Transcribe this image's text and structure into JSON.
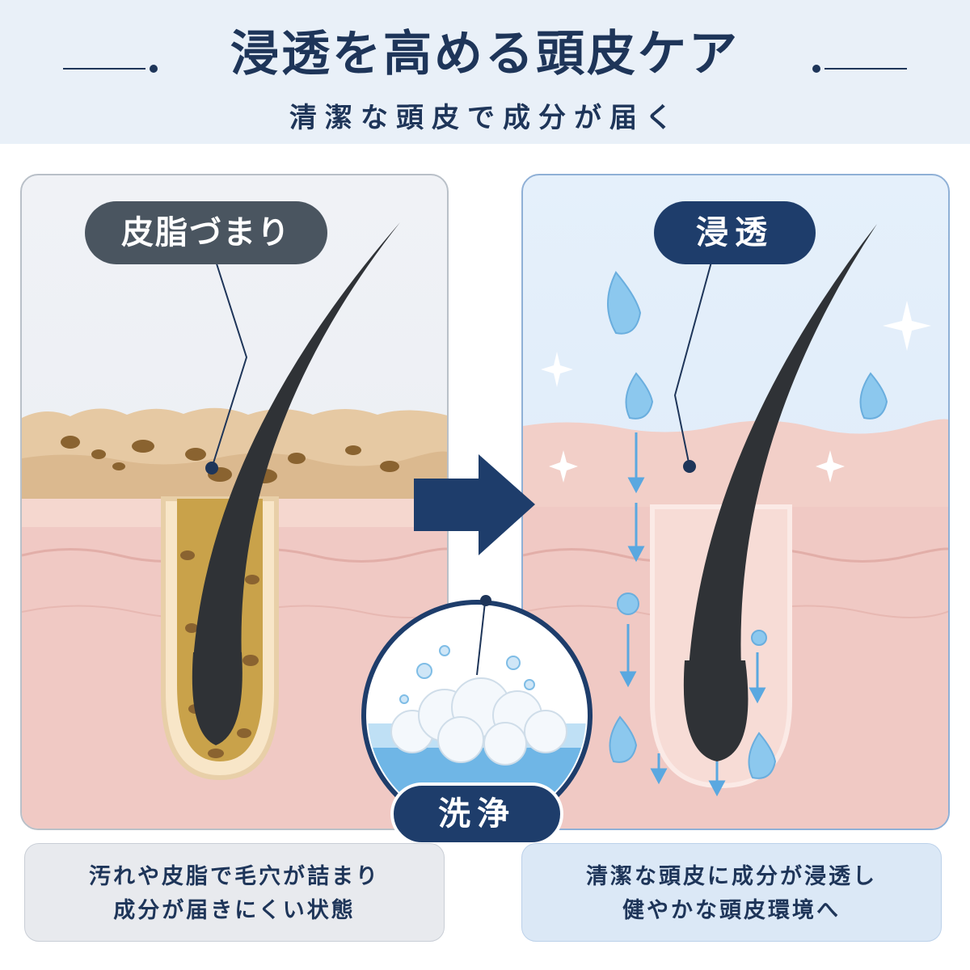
{
  "header": {
    "title": "浸透を高める頭皮ケア",
    "subtitle": "清潔な頭皮で成分が届く"
  },
  "left_panel": {
    "label": "皮脂づまり",
    "caption_line1": "汚れや皮脂で毛穴が詰まり",
    "caption_line2": "成分が届きにくい状態"
  },
  "right_panel": {
    "label": "浸透",
    "caption_line1": "清潔な頭皮に成分が浸透し",
    "caption_line2": "健やかな頭皮環境へ"
  },
  "center": {
    "wash_label": "洗浄"
  },
  "colors": {
    "navy": "#1e3d6b",
    "gray_label": "#4a5560",
    "skin": "#f0c9c4",
    "sebum": "#8a6330",
    "drop": "#8cc8ee",
    "hair": "#2f3236"
  }
}
